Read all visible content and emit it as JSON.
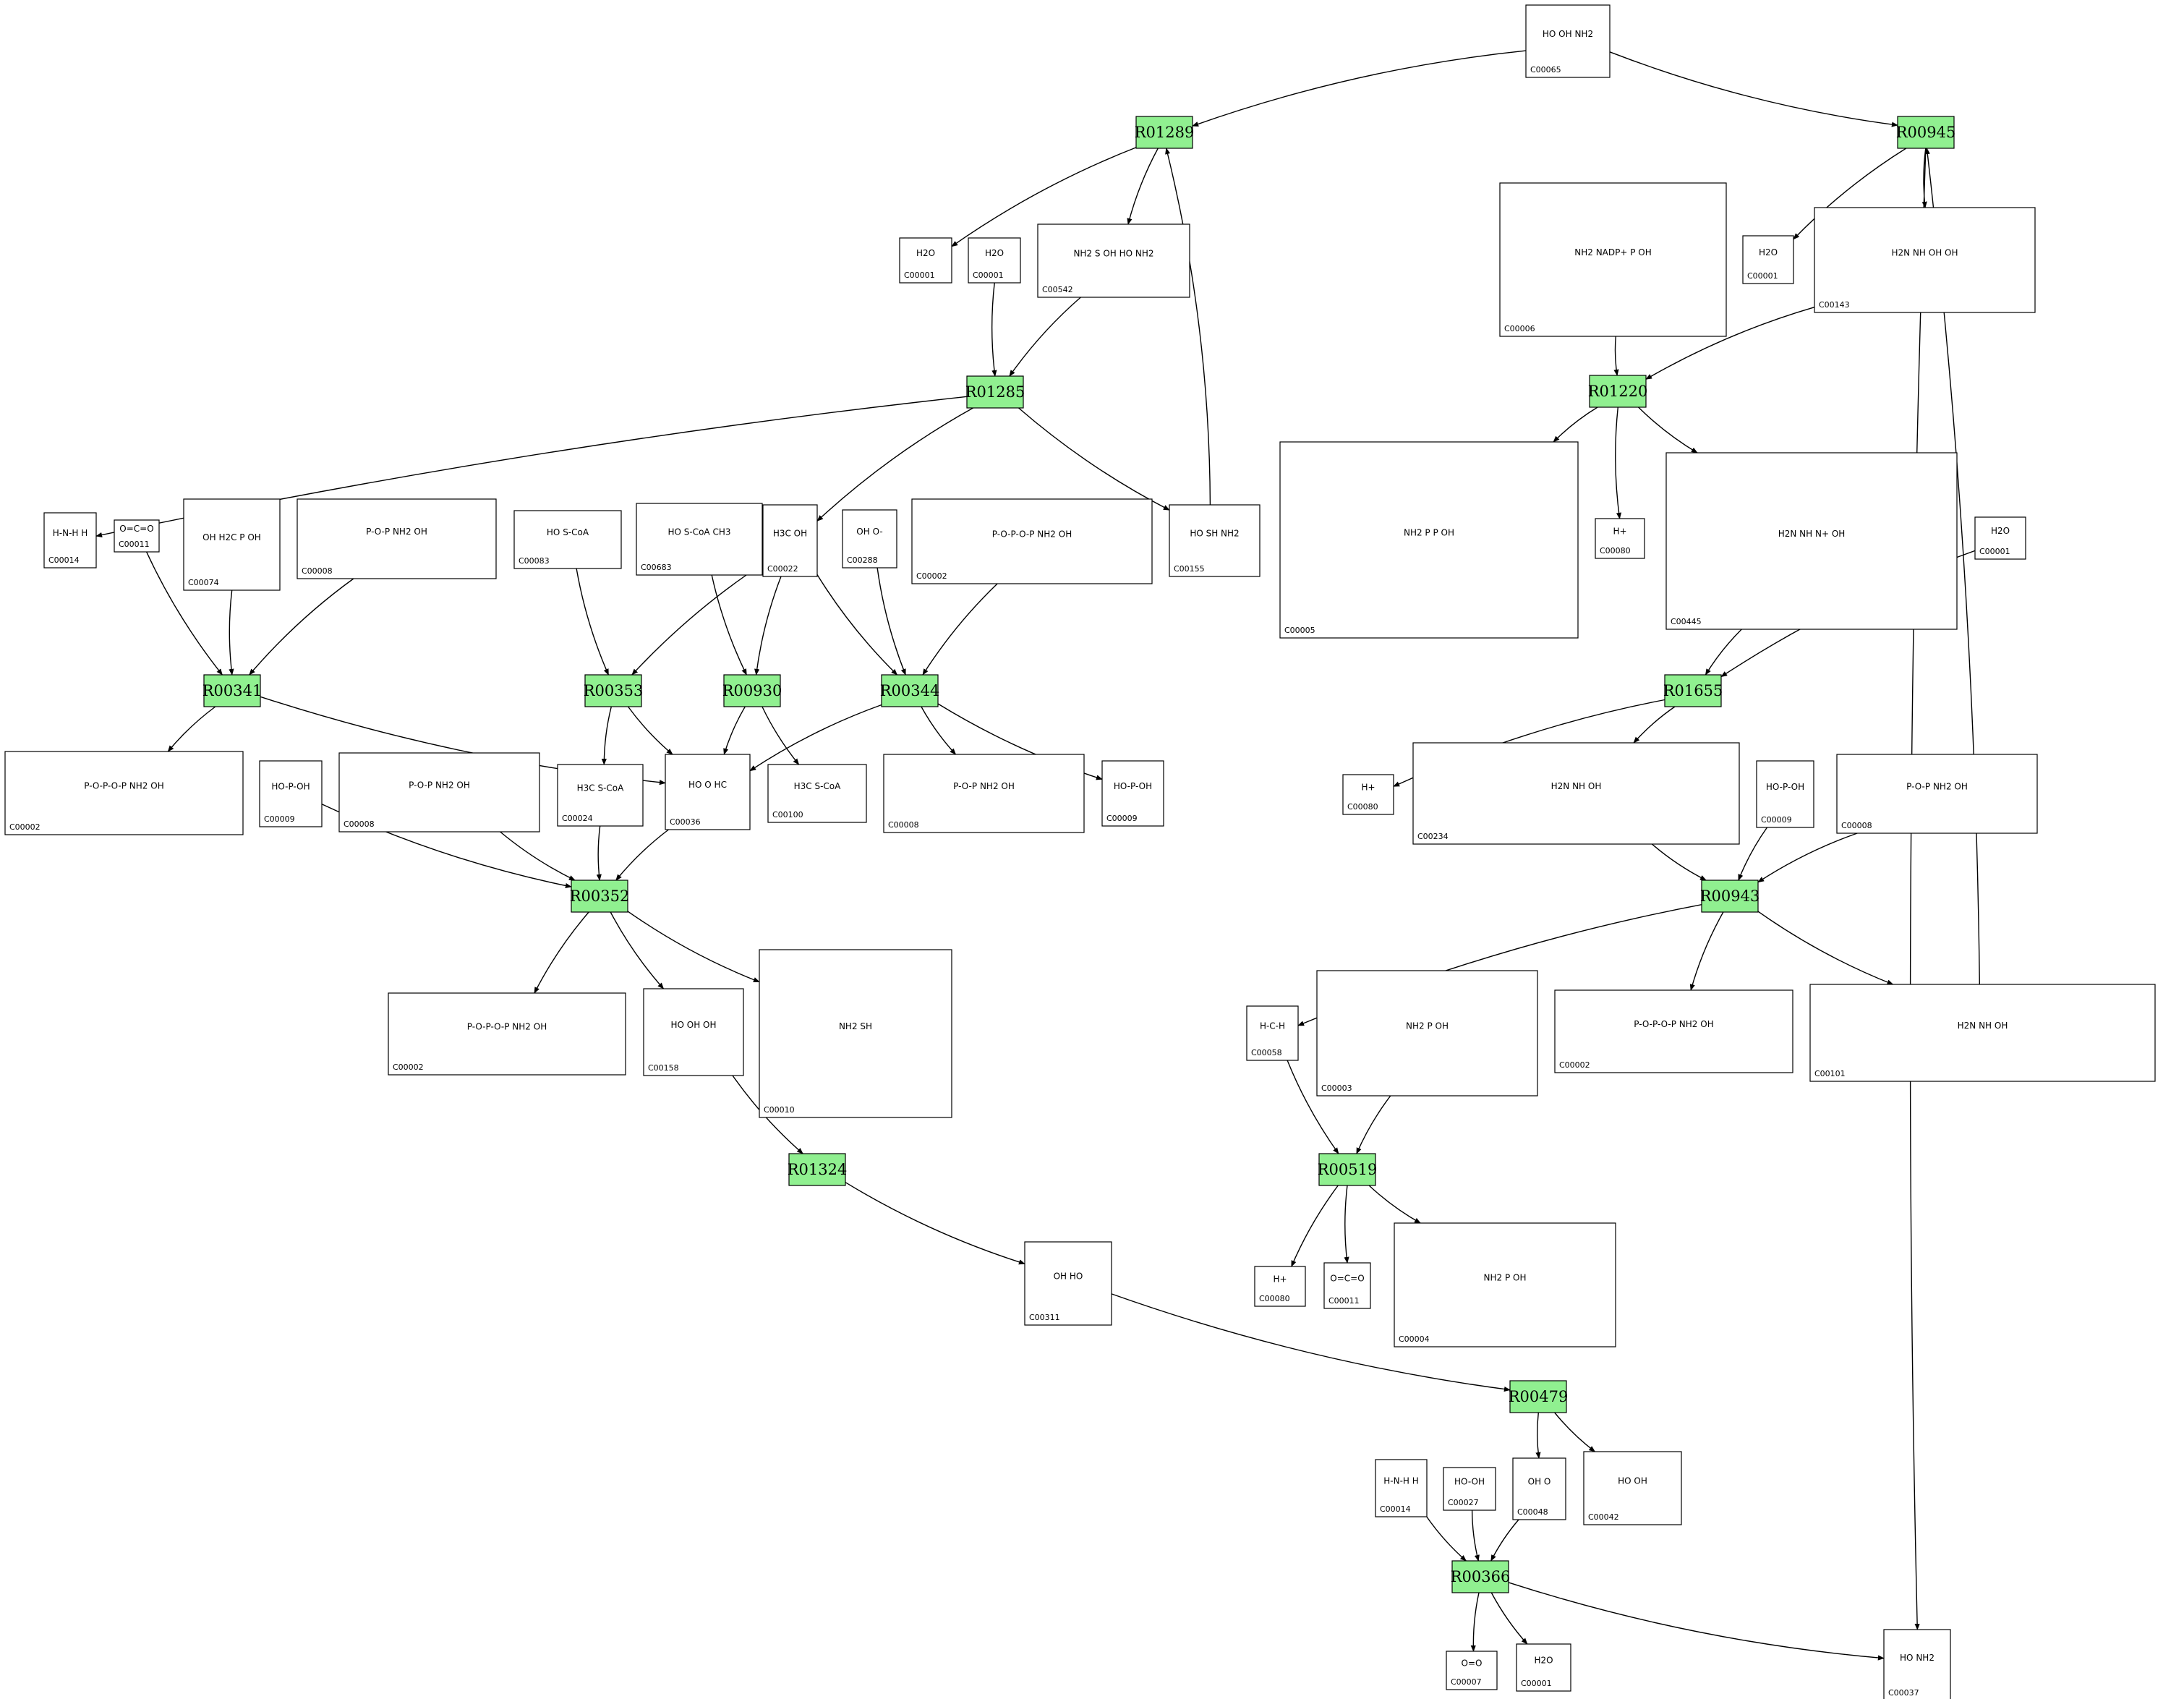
{
  "diagram": {
    "background": "#ffffff",
    "reaction_fill": "#90f090",
    "line_color": "#000000",
    "reactions": [
      {
        "id": "R01289"
      },
      {
        "id": "R00945"
      },
      {
        "id": "R01285"
      },
      {
        "id": "R01220"
      },
      {
        "id": "R00341"
      },
      {
        "id": "R00353"
      },
      {
        "id": "R00930"
      },
      {
        "id": "R00344"
      },
      {
        "id": "R01655"
      },
      {
        "id": "R00352"
      },
      {
        "id": "R00943"
      },
      {
        "id": "R01324"
      },
      {
        "id": "R00519"
      },
      {
        "id": "R00479"
      },
      {
        "id": "R00366"
      }
    ],
    "compounds": [
      {
        "id": "C00065",
        "formula": "HO  OH  NH2"
      },
      {
        "id": "C00001",
        "formula": "H2O"
      },
      {
        "id": "C00542",
        "formula": "NH2  S  OH  HO  NH2"
      },
      {
        "id": "C00006",
        "formula": "NH2  NADP+  P  OH"
      },
      {
        "id": "C00143",
        "formula": "H2N  NH  OH  OH"
      },
      {
        "id": "C00014",
        "formula": "H-N-H  H"
      },
      {
        "id": "C00011",
        "formula": "O=C=O"
      },
      {
        "id": "C00074",
        "formula": "OH  H2C  P  OH"
      },
      {
        "id": "C00008",
        "formula": "P-O-P  NH2  OH"
      },
      {
        "id": "C00083",
        "formula": "HO  S-CoA"
      },
      {
        "id": "C00683",
        "formula": "HO  S-CoA  CH3"
      },
      {
        "id": "C00022",
        "formula": "H3C  OH"
      },
      {
        "id": "C00288",
        "formula": "OH  O-"
      },
      {
        "id": "C00002",
        "formula": "P-O-P-O-P  NH2  OH"
      },
      {
        "id": "C00155",
        "formula": "HO  SH  NH2"
      },
      {
        "id": "C00005",
        "formula": "NH2  P  P  OH"
      },
      {
        "id": "C00080",
        "formula": "H+"
      },
      {
        "id": "C00445",
        "formula": "H2N  NH  N+  OH"
      },
      {
        "id": "C00009",
        "formula": "HO-P-OH"
      },
      {
        "id": "C00024",
        "formula": "H3C  S-CoA"
      },
      {
        "id": "C00036",
        "formula": "HO  O  HC"
      },
      {
        "id": "C00100",
        "formula": "H3C  S-CoA"
      },
      {
        "id": "C00234",
        "formula": "H2N  NH  OH"
      },
      {
        "id": "C00158",
        "formula": "HO  OH  OH"
      },
      {
        "id": "C00010",
        "formula": "NH2  SH"
      },
      {
        "id": "C00058",
        "formula": "H-C-H"
      },
      {
        "id": "C00003",
        "formula": "NH2  P  OH"
      },
      {
        "id": "C00101",
        "formula": "H2N  NH  OH"
      },
      {
        "id": "C00311",
        "formula": "OH  HO"
      },
      {
        "id": "C00004",
        "formula": "NH2  P  OH"
      },
      {
        "id": "C00027",
        "formula": "HO-OH"
      },
      {
        "id": "C00048",
        "formula": "OH  O"
      },
      {
        "id": "C00042",
        "formula": "HO  OH"
      },
      {
        "id": "C00007",
        "formula": "O=O"
      },
      {
        "id": "C00037",
        "formula": "HO  NH2"
      }
    ]
  }
}
